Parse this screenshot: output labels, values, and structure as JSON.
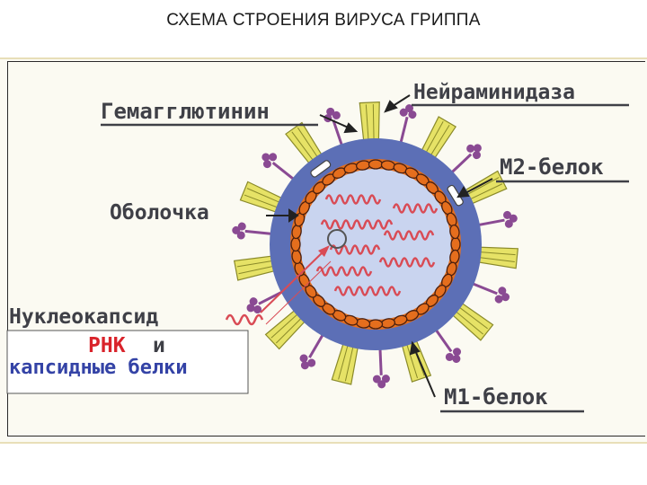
{
  "title": "СХЕМА СТРОЕНИЯ ВИРУСА ГРИППА",
  "labels": {
    "hemagglutinin": "Гемагглютинин",
    "neuraminidase": "Нейраминидаза",
    "m2_protein": "M2-белок",
    "envelope": "Оболочка",
    "nucleocapsid": "Нуклеокапсид",
    "rna": "РНК",
    "and": "и",
    "capsid_proteins": "капсидные белки",
    "m1_protein": "M1-белок"
  },
  "colors": {
    "envelope": "#5c6fb6",
    "membrane_inner": "#c9d4ef",
    "m1_layer": "#e56e1d",
    "rna": "#d94b55",
    "hemagglutinin": "#e6e266",
    "neuraminidase": "#8a4a93",
    "text": "#3f4047",
    "rna_label": "#d9232b",
    "capsid_label": "#3443a6"
  }
}
